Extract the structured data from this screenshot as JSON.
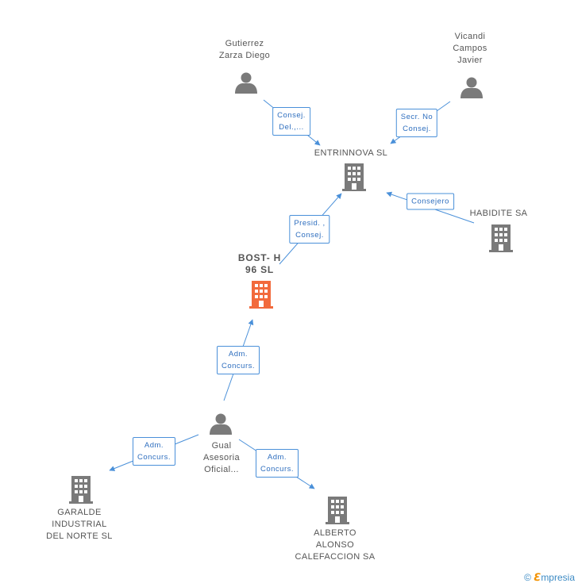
{
  "nodes": {
    "gutierrez": {
      "label": "Gutierrez\nZarza Diego",
      "kind": "person"
    },
    "vicandi": {
      "label": "Vicandi\nCampos\nJavier",
      "kind": "person"
    },
    "entrinnova": {
      "label": "ENTRINNOVA SL",
      "kind": "company"
    },
    "habidite": {
      "label": "HABIDITE SA",
      "kind": "company"
    },
    "bost": {
      "label": "BOST- H\n96 SL",
      "kind": "company-main"
    },
    "gual": {
      "label": "Gual\nAsesoria\nOficial...",
      "kind": "person"
    },
    "garalde": {
      "label": "GARALDE\nINDUSTRIAL\nDEL NORTE SL",
      "kind": "company"
    },
    "alberto": {
      "label": "ALBERTO\nALONSO\nCALEFACCION SA",
      "kind": "company"
    }
  },
  "edges": {
    "gutierrez_entrinnova": "Consej.\nDel.,...",
    "vicandi_entrinnova": "Secr. No\nConsej.",
    "habidite_entrinnova": "Consejero",
    "bost_entrinnova": "Presid. ,\nConsej.",
    "gual_bost": "Adm.\nConcurs.",
    "gual_garalde": "Adm.\nConcurs.",
    "gual_alberto": "Adm.\nConcurs."
  },
  "colors": {
    "edge": "#4a90d9",
    "icon": "#7a7a7a",
    "main_icon": "#f26a3c"
  },
  "footer": {
    "copyright": "©",
    "brand_first": "ℇ",
    "brand_rest": "mpresia"
  }
}
